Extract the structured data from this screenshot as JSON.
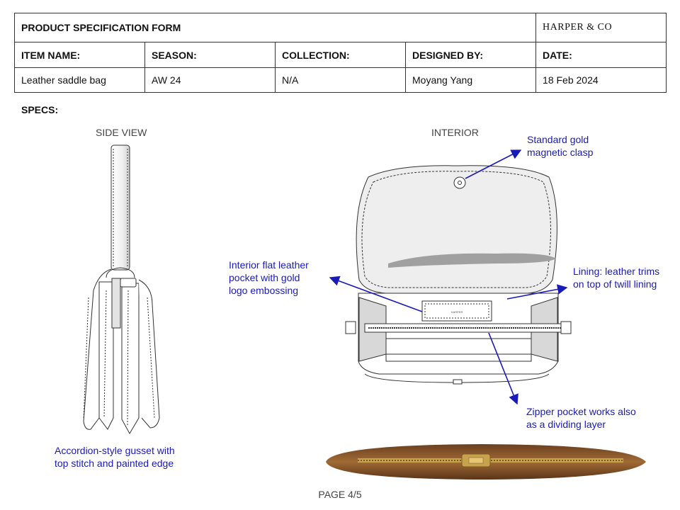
{
  "form": {
    "title": "PRODUCT SPECIFICATION FORM",
    "brand": "HARPER & CO",
    "headers": [
      "ITEM NAME:",
      "SEASON:",
      "COLLECTION:",
      "DESIGNED BY:",
      "DATE:"
    ],
    "values": [
      "Leather saddle bag",
      "AW 24",
      "N/A",
      "Moyang Yang",
      "18 Feb 2024"
    ]
  },
  "specs_label": "SPECS:",
  "views": {
    "side": "SIDE VIEW",
    "interior": "INTERIOR"
  },
  "notes": {
    "gusset": [
      "Accordion-style gusset with",
      "top stitch and painted edge"
    ],
    "clasp": [
      "Standard gold",
      "magnetic clasp"
    ],
    "pocket": [
      "Interior flat leather",
      "pocket with gold",
      "logo embossing"
    ],
    "lining": [
      "Lining: leather trims",
      "on top of twill lining"
    ],
    "zipper": [
      "Zipper pocket works also",
      "as a dividing layer"
    ]
  },
  "pocket_logo": "HARPER",
  "page": "PAGE 4/5",
  "colors": {
    "annotation": "#1a1ab8",
    "border": "#333333",
    "leather": "#8a5a2b",
    "zipper_gold": "#c9a24e"
  }
}
